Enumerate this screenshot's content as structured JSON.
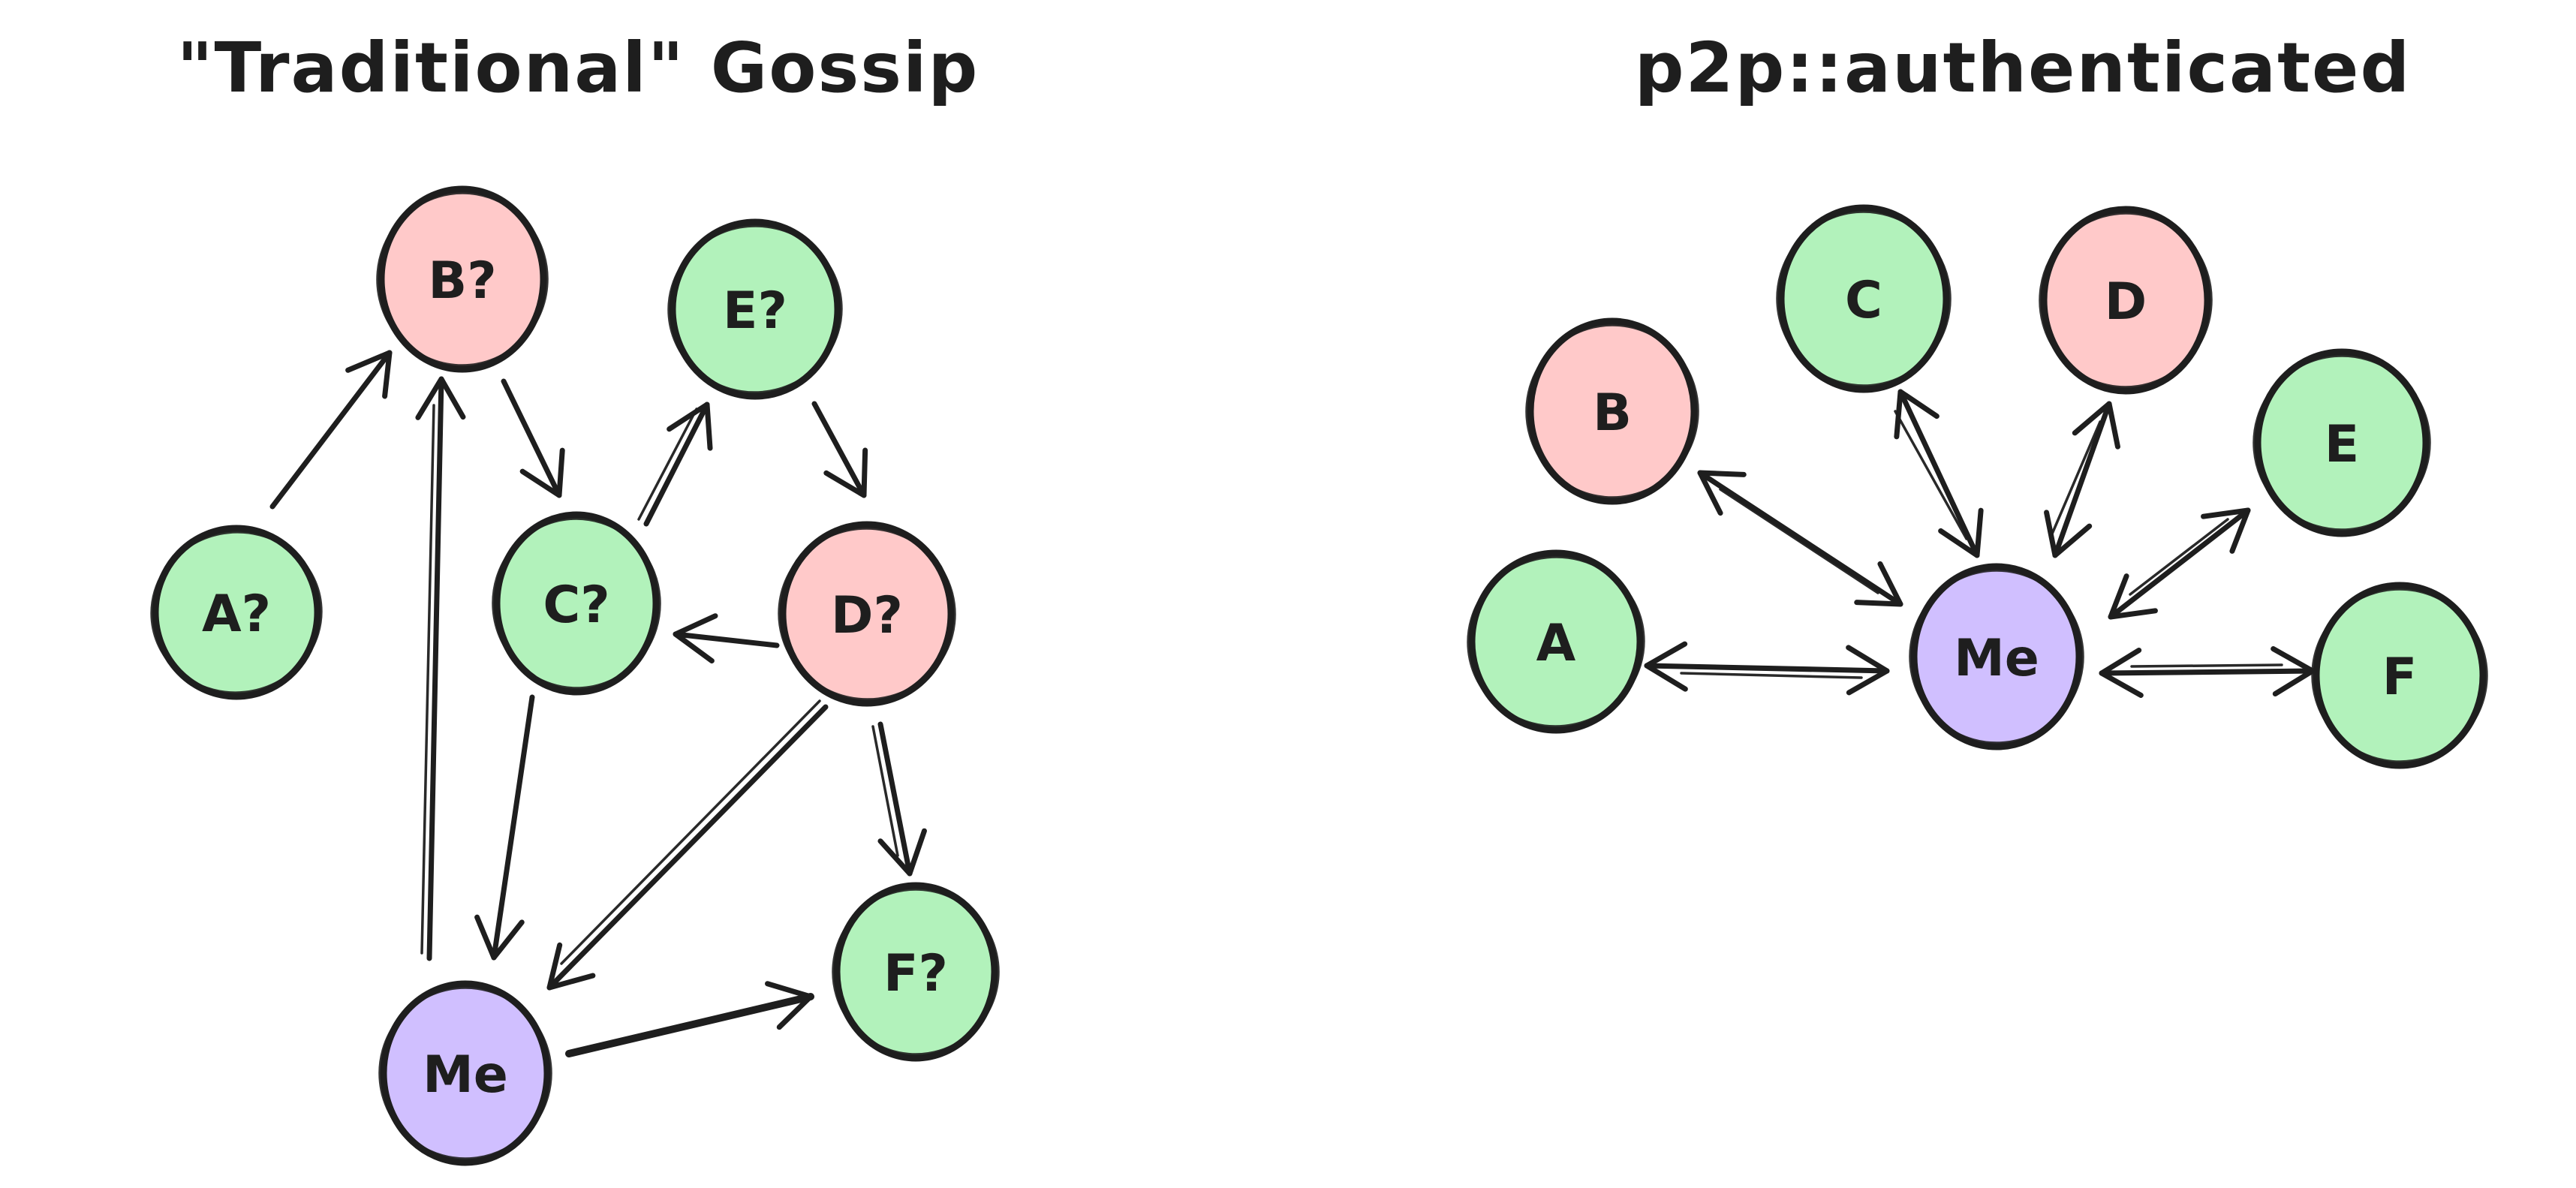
{
  "palette": {
    "ink": "#1e1e1e",
    "green": "#b2f2bb",
    "pink": "#ffc9c9",
    "purple": "#d0bfff",
    "background": "#ffffff"
  },
  "left": {
    "title": "\"Traditional\" Gossip",
    "nodes": [
      {
        "id": "A",
        "label": "A?",
        "color": "green"
      },
      {
        "id": "B",
        "label": "B?",
        "color": "pink"
      },
      {
        "id": "C",
        "label": "C?",
        "color": "green"
      },
      {
        "id": "D",
        "label": "D?",
        "color": "pink"
      },
      {
        "id": "E",
        "label": "E?",
        "color": "green"
      },
      {
        "id": "F",
        "label": "F?",
        "color": "green"
      },
      {
        "id": "Me",
        "label": "Me",
        "color": "purple"
      }
    ],
    "edges": [
      {
        "from": "A",
        "to": "B",
        "bidirectional": false
      },
      {
        "from": "Me",
        "to": "B",
        "bidirectional": false
      },
      {
        "from": "B",
        "to": "C",
        "bidirectional": false
      },
      {
        "from": "C",
        "to": "E",
        "bidirectional": false
      },
      {
        "from": "E",
        "to": "D",
        "bidirectional": false
      },
      {
        "from": "D",
        "to": "C",
        "bidirectional": false
      },
      {
        "from": "C",
        "to": "Me",
        "bidirectional": false
      },
      {
        "from": "D",
        "to": "Me",
        "bidirectional": false
      },
      {
        "from": "D",
        "to": "F",
        "bidirectional": false
      },
      {
        "from": "Me",
        "to": "F",
        "bidirectional": false
      }
    ]
  },
  "right": {
    "title": "p2p::authenticated",
    "nodes": [
      {
        "id": "A",
        "label": "A",
        "color": "green"
      },
      {
        "id": "B",
        "label": "B",
        "color": "pink"
      },
      {
        "id": "C",
        "label": "C",
        "color": "green"
      },
      {
        "id": "D",
        "label": "D",
        "color": "pink"
      },
      {
        "id": "E",
        "label": "E",
        "color": "green"
      },
      {
        "id": "F",
        "label": "F",
        "color": "green"
      },
      {
        "id": "Me",
        "label": "Me",
        "color": "purple"
      }
    ],
    "edges": [
      {
        "from": "A",
        "to": "Me",
        "bidirectional": true
      },
      {
        "from": "B",
        "to": "Me",
        "bidirectional": true
      },
      {
        "from": "C",
        "to": "Me",
        "bidirectional": true
      },
      {
        "from": "D",
        "to": "Me",
        "bidirectional": true
      },
      {
        "from": "E",
        "to": "Me",
        "bidirectional": true
      },
      {
        "from": "F",
        "to": "Me",
        "bidirectional": true
      }
    ]
  }
}
